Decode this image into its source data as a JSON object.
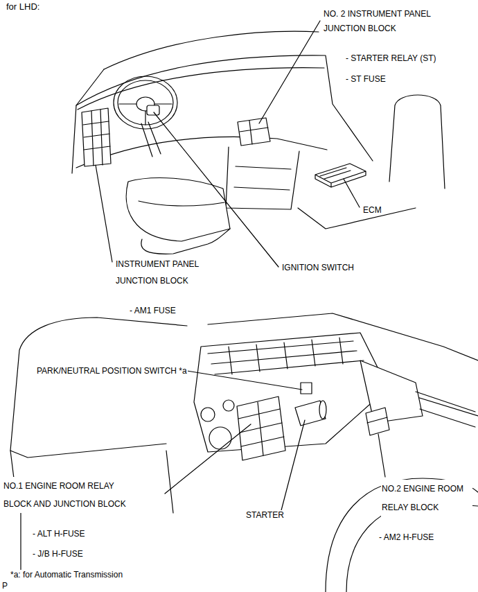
{
  "diagram": {
    "title": "for LHD:",
    "labels": [
      "NO. 2 INSTRUMENT PANEL JUNCTION BLOCK",
      "- STARTER RELAY (ST)",
      "- ST FUSE",
      "ECM",
      "INSTRUMENT PANEL JUNCTION BLOCK",
      "IGNITION SWITCH",
      "- AM1 FUSE",
      "PARK/NEUTRAL POSITION SWITCH *a",
      "NO.1 ENGINE ROOM RELAY BLOCK AND JUNCTION BLOCK",
      "NO.2 ENGINE ROOM RELAY BLOCK",
      "STARTER",
      "- ALT H-FUSE",
      "- AM2 H-FUSE",
      "- J/B H-FUSE",
      "*a: for Automatic Transmission",
      "P"
    ]
  }
}
